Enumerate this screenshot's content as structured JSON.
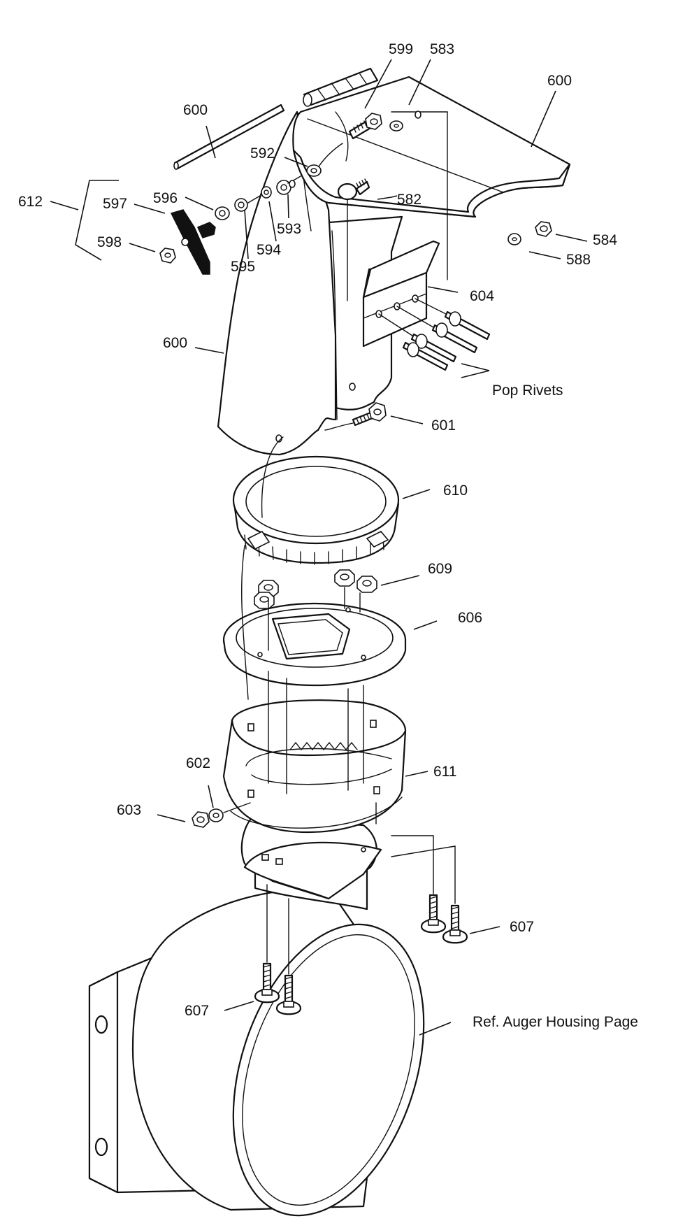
{
  "labels": {
    "l599": "599",
    "l583": "583",
    "l600_top": "600",
    "l600_rod": "600",
    "l592": "592",
    "l612": "612",
    "l597": "597",
    "l596": "596",
    "l582": "582",
    "l598": "598",
    "l593": "593",
    "l584": "584",
    "l594": "594",
    "l595": "595",
    "l588": "588",
    "l604": "604",
    "l600_chute": "600",
    "pop_rivets": "Pop Rivets",
    "l601": "601",
    "l610": "610",
    "l609": "609",
    "l606": "606",
    "l602": "602",
    "l611": "611",
    "l603": "603",
    "l607_right": "607",
    "l607_left": "607",
    "ref_auger": "Ref. Auger Housing Page"
  }
}
